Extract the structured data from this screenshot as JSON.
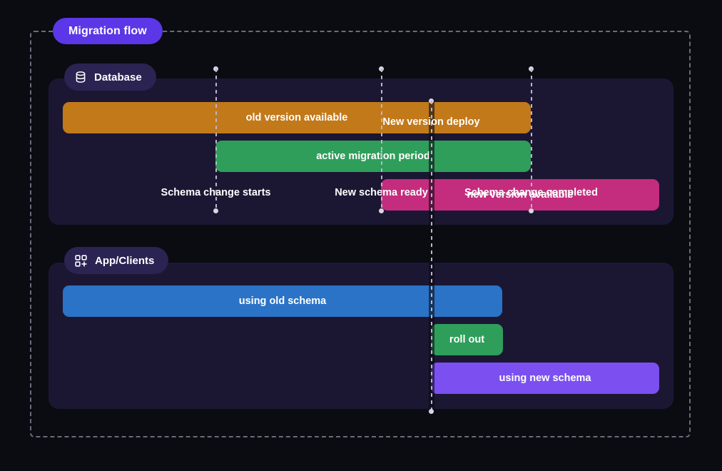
{
  "diagram": {
    "title": "Migration flow",
    "lanes": [
      {
        "id": "database",
        "label": "Database",
        "icon": "database-icon",
        "bars": [
          {
            "label": "old version available",
            "color": "#c2791a"
          },
          {
            "label": "active migration period",
            "color": "#2f9e5a"
          },
          {
            "label": "new version available",
            "color": "#c42c7e"
          }
        ]
      },
      {
        "id": "app-clients",
        "label": "App/Clients",
        "icon": "app-grid-plus-icon",
        "bars": [
          {
            "label": "using old schema",
            "color": "#2a73c7"
          },
          {
            "label": "roll out",
            "color": "#2f9e5a"
          },
          {
            "label": "using new schema",
            "color": "#7b4ff0"
          }
        ]
      }
    ],
    "milestones": [
      {
        "id": "schema-change-starts",
        "label": "Schema change starts",
        "position": "top"
      },
      {
        "id": "new-schema-ready",
        "label": "New schema ready",
        "position": "top"
      },
      {
        "id": "schema-change-completed",
        "label": "Schema change completed",
        "position": "top"
      },
      {
        "id": "new-version-deploy",
        "label": "New version deploy",
        "position": "bottom"
      }
    ],
    "colors": {
      "background": "#0b0b12",
      "lane_panel": "#1b1733",
      "accent": "#5b37e8",
      "chip": "#2b2352",
      "frame_dash": "#6b6b7c",
      "marker_dot": "#d8d6e4"
    }
  }
}
